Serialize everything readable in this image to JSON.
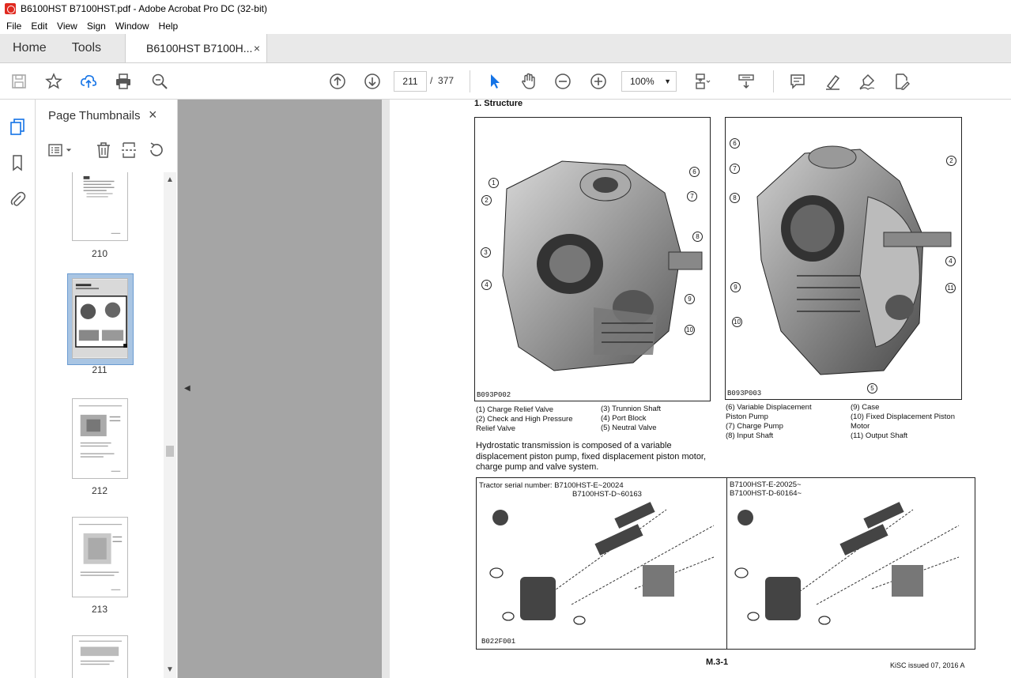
{
  "window": {
    "title": "B6100HST B7100HST.pdf - Adobe Acrobat Pro DC (32-bit)"
  },
  "menu": {
    "items": [
      "File",
      "Edit",
      "View",
      "Sign",
      "Window",
      "Help"
    ]
  },
  "tabs": {
    "home": "Home",
    "tools": "Tools",
    "document": "B6100HST B7100H...",
    "close_symbol": "×"
  },
  "toolbar": {
    "current_page": "211",
    "page_separator": "/",
    "total_pages": "377",
    "zoom": "100%"
  },
  "thumbnails": {
    "title": "Page Thumbnails",
    "close_symbol": "×",
    "pages": [
      {
        "label": "210"
      },
      {
        "label": "211",
        "selected": true
      },
      {
        "label": "212"
      },
      {
        "label": "213"
      }
    ]
  },
  "document": {
    "heading": "1. Structure",
    "fig1_code": "B093P002",
    "fig2_code": "B093P003",
    "fig3_code": "B022F001",
    "legend_left_a": [
      "(1)  Charge Relief Valve",
      "(2)  Check and High Pressure",
      "       Relief Valve"
    ],
    "legend_left_b": [
      "(3)  Trunnion Shaft",
      "(4)  Port Block",
      "(5)  Neutral Valve"
    ],
    "legend_right_a": [
      "(6)  Variable Displacement",
      "       Piston Pump",
      "(7)  Charge Pump",
      "(8)  Input Shaft"
    ],
    "legend_right_b": [
      "(9)  Case",
      "(10)  Fixed Displacement Piston",
      "         Motor",
      "(11)  Output Shaft"
    ],
    "paragraph": "Hydrostatic transmission is composed of a variable displacement piston pump, fixed displacement piston motor, charge pump and valve system.",
    "serial_left_line1": "Tractor serial number:  B7100HST-E~20024",
    "serial_left_line2": "B7100HST-D~60163",
    "serial_right_line1": "B7100HST-E-20025~",
    "serial_right_line2": "B7100HST-D-60164~",
    "footer_page": "M.3-1",
    "footer_issue": "KiSC issued 07, 2016 A"
  }
}
